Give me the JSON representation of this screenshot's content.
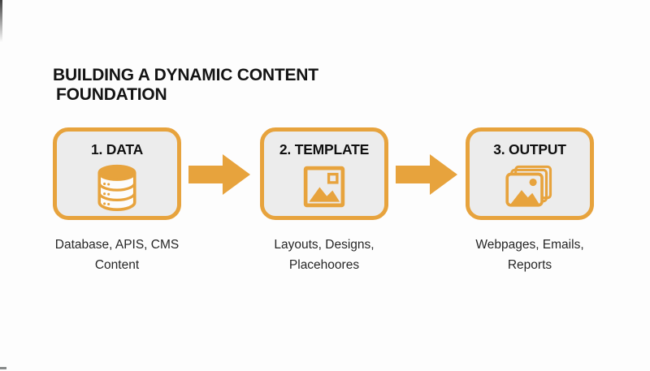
{
  "slide": {
    "title_line1": "BUILDING A DYNAMIC CONTENT",
    "title_line2": "FOUNDATION"
  },
  "steps": [
    {
      "label": "1. DATA",
      "icon": "database-icon",
      "caption_line1": "Database, APIS, CMS",
      "caption_line2": "Content"
    },
    {
      "label": "2. TEMPLATE",
      "icon": "image-icon",
      "caption_line1": "Layouts, Designs,",
      "caption_line2": "Placehoores"
    },
    {
      "label": "3. OUTPUT",
      "icon": "stacked-images-icon",
      "caption_line1": "Webpages, Emails,",
      "caption_line2": "Reports"
    }
  ],
  "colors": {
    "accent_orange": "#E7A33D",
    "box_fill": "#ECECEC",
    "title_text": "#141414",
    "caption_text": "#262626",
    "background": "#FDFDFD"
  }
}
